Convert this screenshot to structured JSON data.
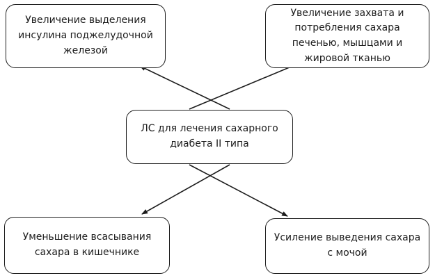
{
  "diagram": {
    "title": "",
    "type": "concept-map",
    "accent_color": "#1c1c1c",
    "background_color": "#ffffff",
    "nodes": {
      "center": {
        "label": "ЛС для лечения сахарного диабета II типа"
      },
      "top_left": {
        "label": "Увеличение выделения инсулина поджелудочной железой"
      },
      "top_right": {
        "label": "Увеличение захвата и потребления сахара печенью, мышцами и жировой тканью"
      },
      "bottom_left": {
        "label": "Уменьшение всасывания сахара в кишечнике"
      },
      "bottom_right": {
        "label": "Усиление выведения сахара с мочой"
      }
    },
    "edges": [
      {
        "from": "center",
        "to": "top_left"
      },
      {
        "from": "center",
        "to": "top_right"
      },
      {
        "from": "center",
        "to": "bottom_left"
      },
      {
        "from": "center",
        "to": "bottom_right"
      }
    ]
  }
}
